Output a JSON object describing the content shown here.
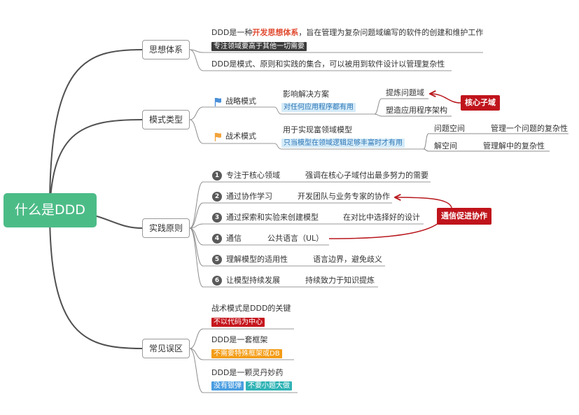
{
  "root": {
    "label": "什么是DDD"
  },
  "branches": [
    {
      "label": "思想体系",
      "items": [
        {
          "text_before": "DDD是一种",
          "text_highlight": "开发思想体系",
          "text_after": "，旨在管理为复杂问题域编写的软件的创建和维护工作",
          "tag": "专注领域要高于其他一切需要"
        },
        {
          "text": "DDD是模式、原则和实践的集合，可以被用到软件设计以管理复杂性"
        }
      ]
    },
    {
      "label": "模式类型",
      "items": [
        {
          "icon": "flag-icon",
          "icon_color": "#4a8fd8",
          "text": "战略模式",
          "child": {
            "text": "影响解决方案",
            "tag": "对任何应用程序都有用",
            "children": [
              {
                "text": "提炼问题域"
              },
              {
                "text": "塑造应用程序架构"
              }
            ]
          }
        },
        {
          "icon": "flag-icon",
          "icon_color": "#f2a33a",
          "text": "战术模式",
          "child": {
            "text": "用于实现富领域模型",
            "tag": "只当模型在领域逻辑足够丰富时才有用",
            "children": [
              {
                "text": "问题空间",
                "detail": "管理一个问题的复杂性"
              },
              {
                "text": "解空间",
                "detail": "管理解中的复杂性"
              }
            ]
          }
        }
      ],
      "callout": "核心子域"
    },
    {
      "label": "实践原则",
      "items": [
        {
          "number": "1",
          "text": "专注于核心领域",
          "detail": "强调在核心子域付出最多努力的需要"
        },
        {
          "number": "2",
          "text": "通过协作学习",
          "detail": "开发团队与业务专家的协作"
        },
        {
          "number": "3",
          "text": "通过探索和实验来创建模型",
          "detail": "在对比中选择好的设计"
        },
        {
          "number": "4",
          "text": "通信",
          "detail": "公共语言（UL）"
        },
        {
          "number": "5",
          "text": "理解模型的适用性",
          "detail": "语言边界，避免歧义"
        },
        {
          "number": "6",
          "text": "让模型持续发展",
          "detail": "持续致力于知识提炼"
        }
      ],
      "callout": "通信促进协作"
    },
    {
      "label": "常见误区",
      "items": [
        {
          "text": "战术模式是DDD的关键",
          "tags": [
            {
              "text": "不以代码为中心",
              "color": "#c6171e"
            }
          ]
        },
        {
          "text": "DDD是一套框架",
          "tags": [
            {
              "text": "不需要特殊框架或DB",
              "color": "#f39c17"
            }
          ]
        },
        {
          "text": "DDD是一颗灵丹妙药",
          "tags": [
            {
              "text": "没有银弹",
              "color": "#4b9de0"
            },
            {
              "text": "不要小题大做",
              "color": "#30b3b5"
            }
          ]
        }
      ]
    }
  ],
  "theme": {
    "root_bg": "#4cbc87",
    "highlight_text": "#e04a2f",
    "callout_bg": "#c0141c",
    "relation": "#b8181e",
    "tag_dark_bg": "#3b3b3b",
    "tag_light_bg": "#d5ebf8",
    "tag_light_text": "#2a74b6",
    "number_badge": "#5a5a5a"
  }
}
